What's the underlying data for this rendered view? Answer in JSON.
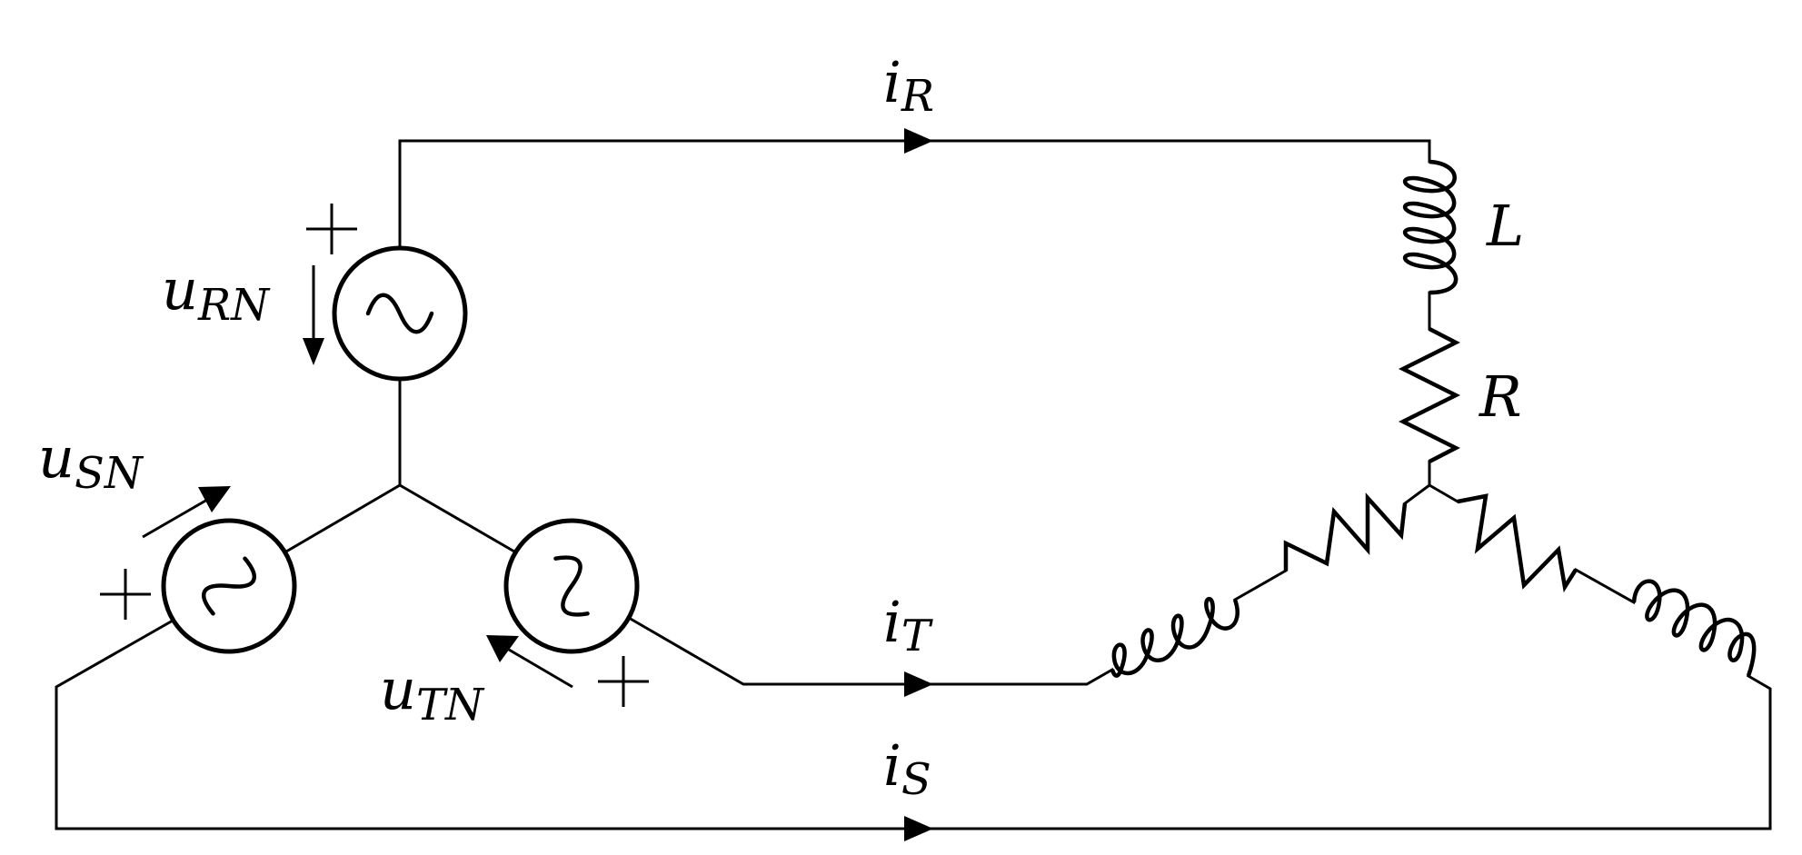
{
  "currents": {
    "r": {
      "main": "i",
      "sub": "R"
    },
    "t": {
      "main": "i",
      "sub": "T"
    },
    "s": {
      "main": "i",
      "sub": "S"
    }
  },
  "voltages": {
    "rn": {
      "main": "u",
      "sub": "RN"
    },
    "sn": {
      "main": "u",
      "sub": "SN"
    },
    "tn": {
      "main": "u",
      "sub": "TN"
    }
  },
  "components": {
    "inductor_label": "L",
    "resistor_label": "R"
  },
  "source_symbol": "sine-wave-icon",
  "polarity_symbol": "plus-sign-icon"
}
